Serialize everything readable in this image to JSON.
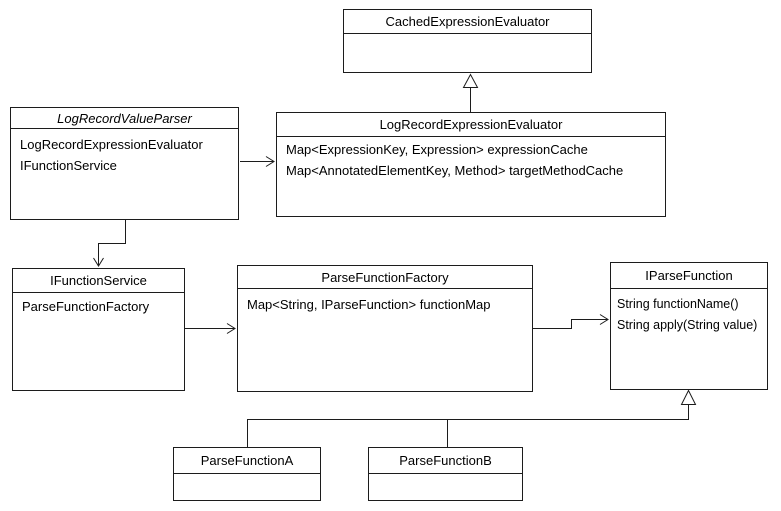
{
  "diagram": {
    "type": "uml-class-diagram",
    "colors": {
      "stroke": "#1c1c1c",
      "background": "#ffffff",
      "text": "#000000"
    },
    "classes": {
      "cached_expression_evaluator": {
        "name": "CachedExpressionEvaluator",
        "abstract": false,
        "attributes": []
      },
      "log_record_value_parser": {
        "name": "LogRecordValueParser",
        "abstract": true,
        "attributes": [
          "LogRecordExpressionEvaluator",
          "IFunctionService"
        ]
      },
      "log_record_expression_evaluator": {
        "name": "LogRecordExpressionEvaluator",
        "abstract": false,
        "attributes": [
          "Map<ExpressionKey, Expression> expressionCache",
          "Map<AnnotatedElementKey, Method> targetMethodCache"
        ]
      },
      "i_function_service": {
        "name": "IFunctionService",
        "abstract": false,
        "attributes": [
          "ParseFunctionFactory"
        ]
      },
      "parse_function_factory": {
        "name": "ParseFunctionFactory",
        "abstract": false,
        "attributes": [
          "Map<String, IParseFunction> functionMap"
        ]
      },
      "i_parse_function": {
        "name": "IParseFunction",
        "abstract": false,
        "attributes": [
          "String functionName()",
          "String apply(String value)"
        ]
      },
      "parse_function_a": {
        "name": "ParseFunctionA",
        "abstract": false,
        "attributes": []
      },
      "parse_function_b": {
        "name": "ParseFunctionB",
        "abstract": false,
        "attributes": []
      }
    },
    "relationships": [
      {
        "from": "LogRecordExpressionEvaluator",
        "to": "CachedExpressionEvaluator",
        "type": "generalization"
      },
      {
        "from": "LogRecordValueParser",
        "to": "LogRecordExpressionEvaluator",
        "type": "association"
      },
      {
        "from": "LogRecordValueParser",
        "to": "IFunctionService",
        "type": "association"
      },
      {
        "from": "IFunctionService",
        "to": "ParseFunctionFactory",
        "type": "association"
      },
      {
        "from": "ParseFunctionFactory",
        "to": "IParseFunction",
        "type": "association"
      },
      {
        "from": "ParseFunctionA",
        "to": "IParseFunction",
        "type": "generalization"
      },
      {
        "from": "ParseFunctionB",
        "to": "IParseFunction",
        "type": "generalization"
      }
    ]
  }
}
